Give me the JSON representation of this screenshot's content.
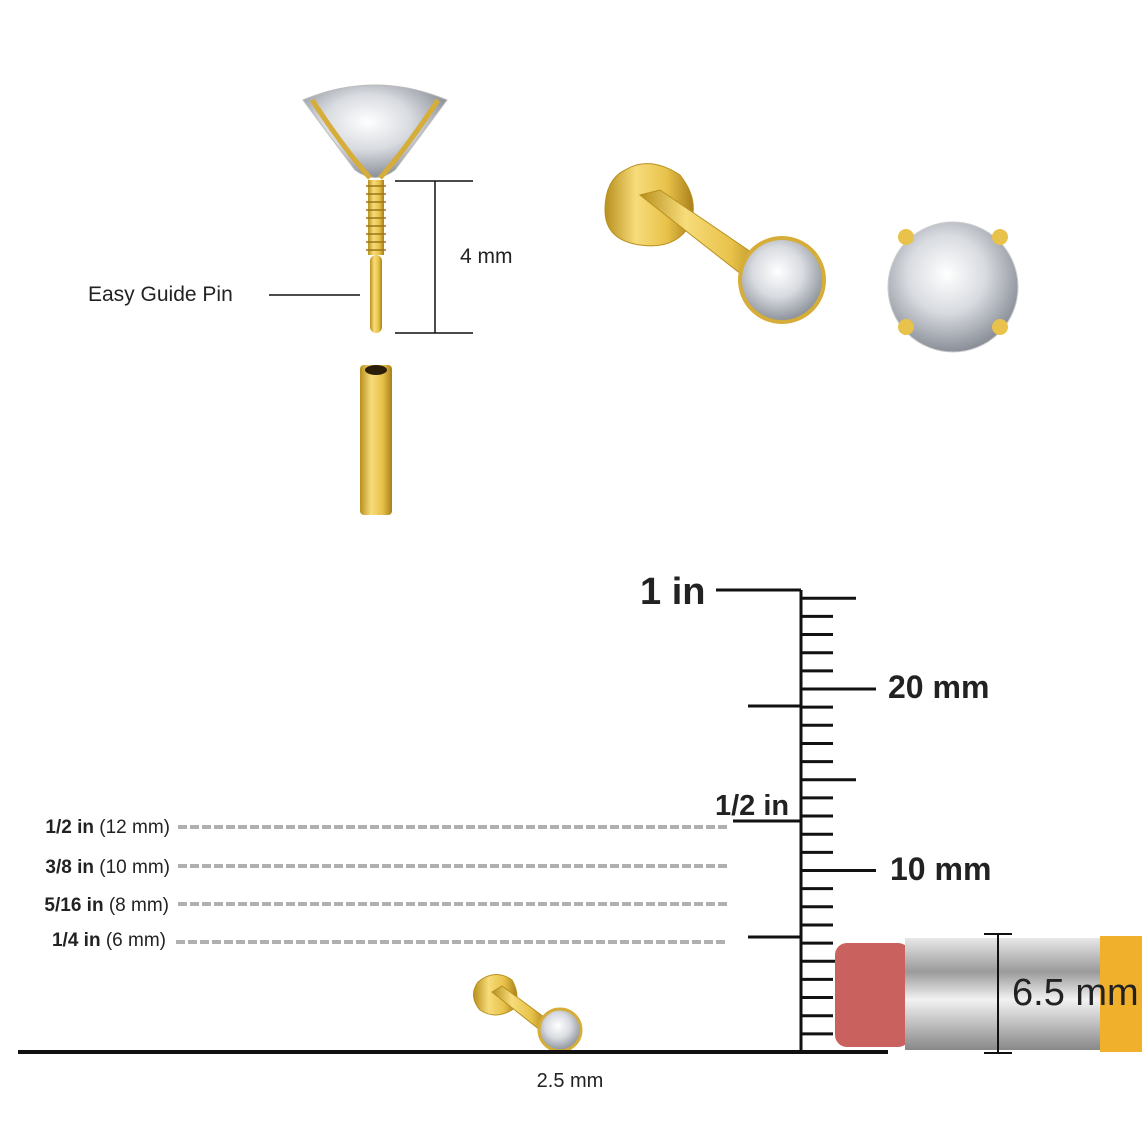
{
  "labels": {
    "guide_pin": "Easy Guide Pin",
    "pin_length": "4 mm",
    "stone_size": "2.5 mm",
    "pencil_width": "6.5 mm"
  },
  "ruler": {
    "inch_labels": {
      "one_in": "1 in",
      "half_in": "1/2 in"
    },
    "mm_labels": {
      "twenty": "20 mm",
      "ten": "10 mm"
    },
    "total_mm": 25
  },
  "size_references": [
    {
      "inch": "1/2 in",
      "mm": "(12 mm)"
    },
    {
      "inch": "3/8 in",
      "mm": "(10 mm)"
    },
    {
      "inch": "5/16 in",
      "mm": "(8 mm)"
    },
    {
      "inch": "1/4 in",
      "mm": "(6 mm)"
    }
  ],
  "colors": {
    "gold": "#e8c24a",
    "gold_dark": "#b8901e",
    "eraser": "#c9625e",
    "pencil": "#f0b02c",
    "dash": "#b0b0b0"
  }
}
